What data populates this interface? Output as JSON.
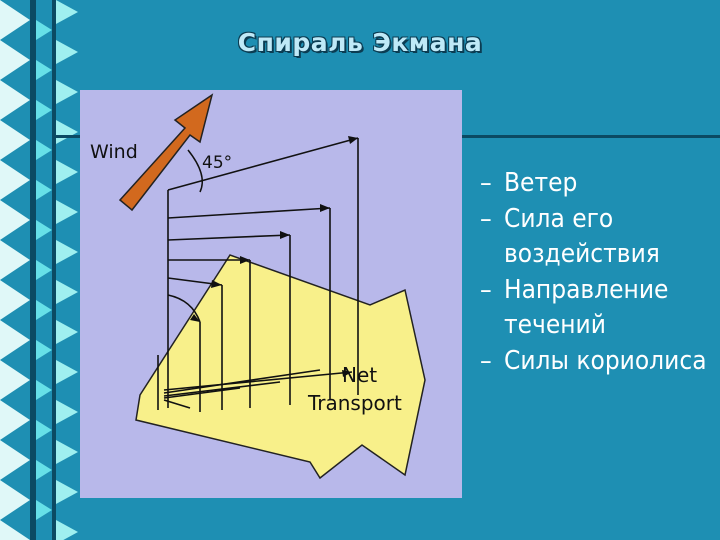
{
  "slide": {
    "title": "Спираль Экмана",
    "bullets": [
      "Ветер",
      "Сила его воздействия",
      "Направление течений",
      "Силы кориолиса"
    ],
    "bullet_marker": "–"
  },
  "diagram": {
    "wind_label": "Wind",
    "angle_label": "45°",
    "net_label_line1": "Net",
    "net_label_line2": "Transport"
  },
  "colors": {
    "background": "#1e8fb3",
    "diagram_bg": "#b8b8ea",
    "wind_arrow": "#d2691e",
    "transport_arrow": "#f8f08a",
    "border_dark": "#0b4a63",
    "title_fill": "#bfe9f7"
  }
}
